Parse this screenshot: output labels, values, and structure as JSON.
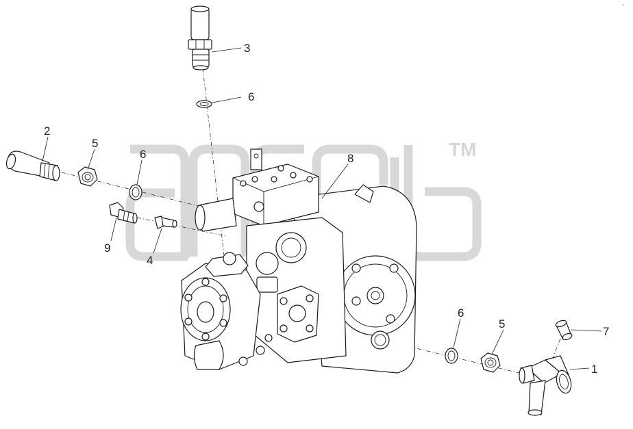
{
  "watermark": {
    "mark": "TM",
    "color": "#d8d8d8"
  },
  "line_color": "#1a1a1a",
  "callouts": {
    "c1": "1",
    "c2": "2",
    "c3": "3",
    "c4": "4",
    "c5a": "5",
    "c5b": "5",
    "c6a": "6",
    "c6b": "6",
    "c6c": "6",
    "c7": "7",
    "c8": "8",
    "c9": "9"
  },
  "corner_mark": "-"
}
